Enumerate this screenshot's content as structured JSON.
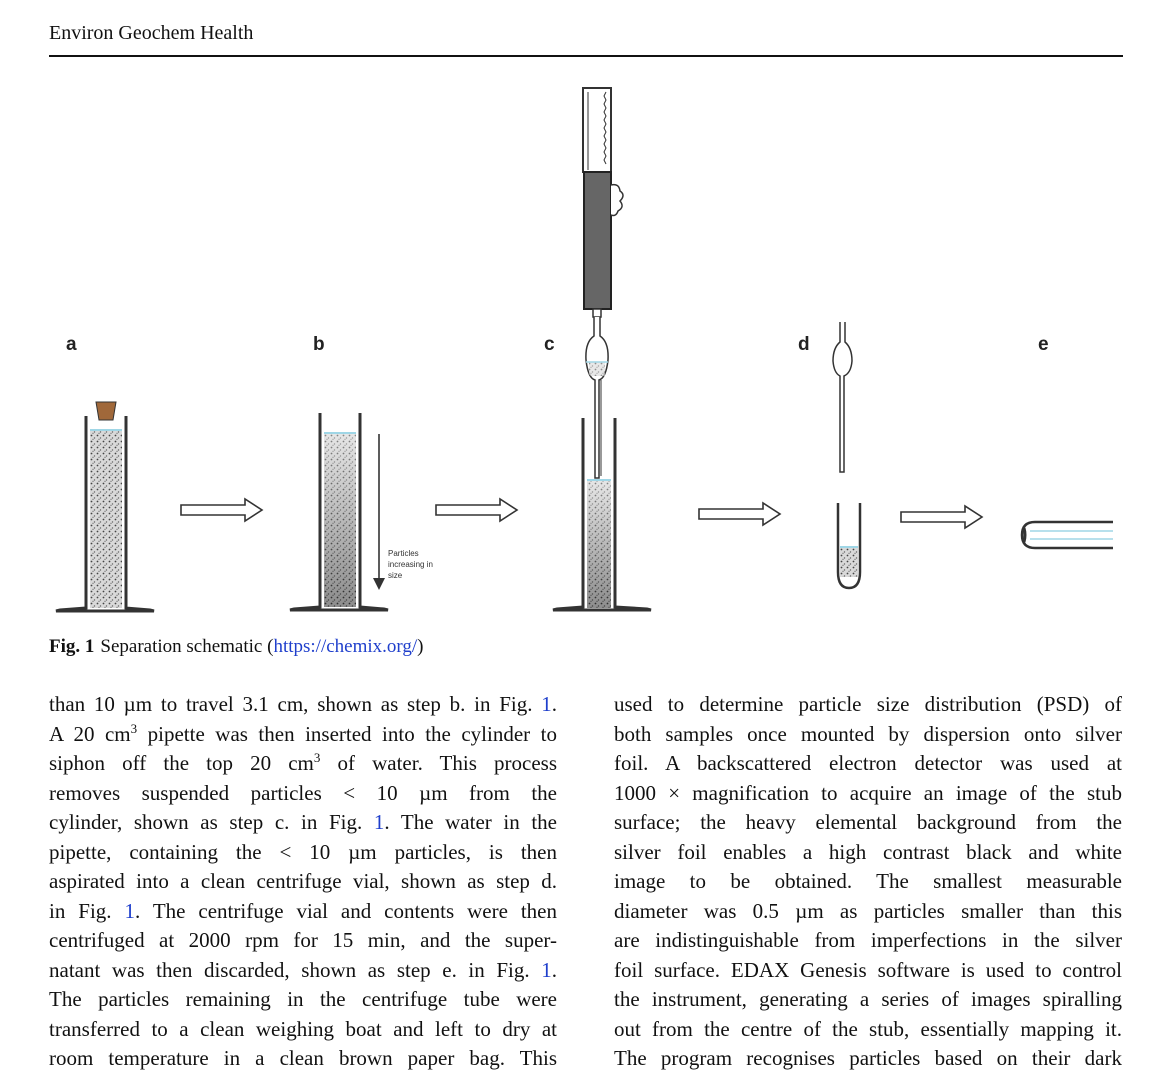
{
  "header": {
    "journal": "Environ Geochem Health"
  },
  "figure": {
    "panels": [
      "a",
      "b",
      "c",
      "d",
      "e"
    ],
    "annotation_lines": [
      "Particles",
      "increasing in",
      "size"
    ]
  },
  "caption": {
    "label": "Fig. 1",
    "text": "Separation schematic (",
    "link": "https://chemix.org/",
    "close": ")"
  },
  "body": {
    "left": {
      "l1a": "than 10 µm to travel 3.1  cm, shown as step b. in Fig. ",
      "l1ref": "1",
      "l1b": ".",
      "l2a": "A 20 cm",
      "l2sup": "3",
      "l2b": " pipette was then inserted into the cylinder to",
      "l3a": "siphon off the top 20 cm",
      "l3sup": "3",
      "l3b": " of water. This process",
      "l4": "removes suspended particles  < 10 µm  from the",
      "l5a": "cylinder, shown as step c. in Fig. ",
      "l5ref": "1",
      "l5b": ". The water in the",
      "l6": "pipette, containing the  < 10 µm  particles, is then",
      "l7": "aspirated into a clean centrifuge vial, shown as step d.",
      "l8a": "in Fig. ",
      "l8ref": "1",
      "l8b": ". The centrifuge vial and contents were then",
      "l9": "centrifuged at 2000 rpm for  15 min, and the super-",
      "l10a": "natant was then discarded, shown as step e. in Fig. ",
      "l10ref": "1",
      "l10b": ".",
      "l11": "The particles remaining in the centrifuge tube were",
      "l12": "transferred to a clean weighing boat and left to dry at",
      "l13": "room temperature in a clean brown paper bag. This"
    },
    "right": {
      "l1": "used to determine particle size distribution (PSD) of",
      "l2": "both samples once mounted by dispersion onto silver",
      "l3": "foil. A backscattered electron detector was used at",
      "l4": "1000 × magnification to acquire an image of the stub",
      "l5": "surface; the heavy elemental background from the",
      "l6": "silver foil enables a high contrast black and white",
      "l7": "image to be obtained. The smallest measurable",
      "l8": "diameter was 0.5 µm as particles smaller than this",
      "l9": "are indistinguishable from imperfections in the silver",
      "l10": "foil surface. EDAX Genesis software is used to control",
      "l11": "the instrument, generating a series of images spiralling",
      "l12": "out from the centre of the stub, essentially mapping it.",
      "l13": "The program recognises particles based on their dark"
    }
  }
}
